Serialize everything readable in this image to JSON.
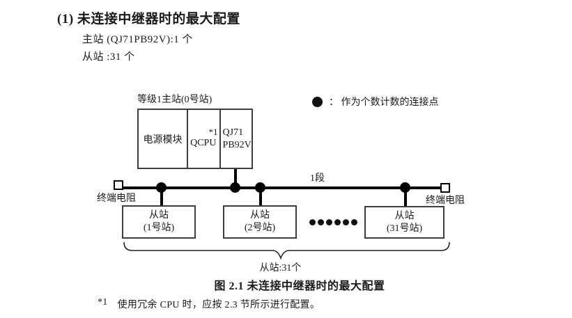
{
  "header": {
    "title": "(1) 未连接中继器时的最大配置",
    "master_spec": "主站 (QJ71PB92V):1 个",
    "slave_spec": "从站 :31 个"
  },
  "legend": {
    "symbol": "connection-point-dot",
    "text": "：  作为个数计数的连接点"
  },
  "diagram": {
    "master_label": "等级1主站(0号站)",
    "master_modules": {
      "power": "电源模块",
      "cpu": "QCPU",
      "cpu_note": "*1",
      "interface": "QJ71\nPB92V"
    },
    "segment_label": "1段",
    "terminator_left": "终端电阻",
    "terminator_right": "终端电阻",
    "slaves": [
      {
        "name": "从站",
        "station": "(1号站)"
      },
      {
        "name": "从站",
        "station": "(2号站)"
      },
      {
        "name": "从站",
        "station": "(31号站)"
      }
    ],
    "ellipsis_dot_count": 6,
    "brace_label": "从站:31个"
  },
  "caption": "图 2.1 未连接中继器时的最大配置",
  "footnote": {
    "marker": "*1",
    "text": "使用冗余 CPU 时，应按 2.3 节所示进行配置。"
  },
  "colors": {
    "line": "#000000",
    "box_border": "#3d3d3d",
    "text": "#1a1a1a",
    "background": "#ffffff"
  }
}
